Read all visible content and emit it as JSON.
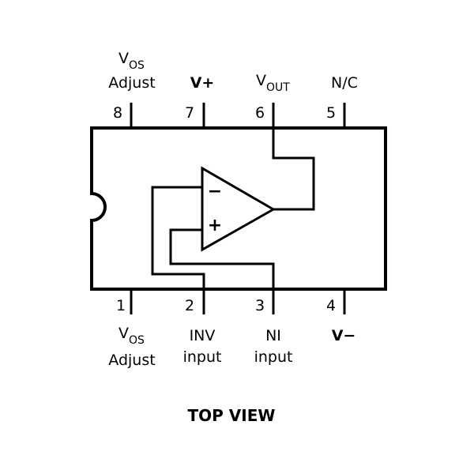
{
  "pins": [
    {
      "number": "1",
      "name_main": "V",
      "name_sub": "OS",
      "name_line2": "Adjust"
    },
    {
      "number": "2",
      "name_main": "INV",
      "name_line2": "input"
    },
    {
      "number": "3",
      "name_main": "NI",
      "name_line2": "input"
    },
    {
      "number": "4",
      "name_main": "V−"
    },
    {
      "number": "5",
      "name_main": "N/C"
    },
    {
      "number": "6",
      "name_main": "V",
      "name_sub": "OUT"
    },
    {
      "number": "7",
      "name_main": "V+"
    },
    {
      "number": "8",
      "name_main": "V",
      "name_sub": "OS",
      "name_line2": "Adjust"
    }
  ],
  "opamp": {
    "minus_symbol": "−",
    "plus_symbol": "+"
  },
  "caption": "TOP VIEW"
}
